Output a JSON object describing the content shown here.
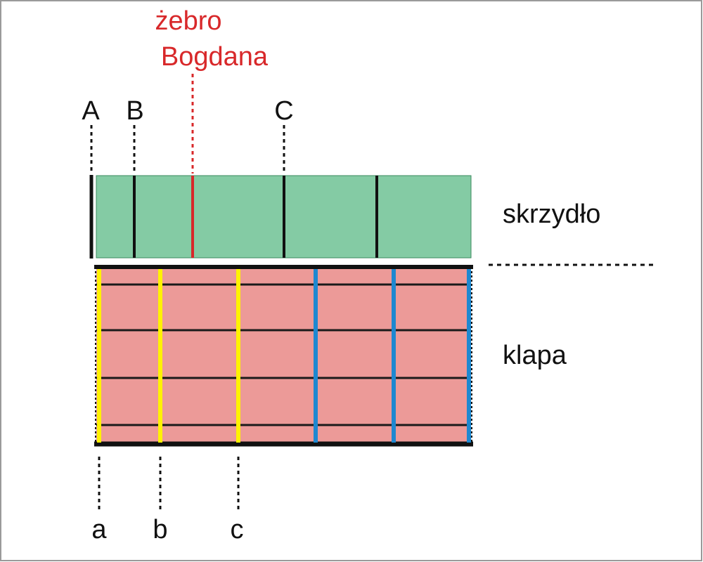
{
  "rib_labels": {
    "A": "A",
    "B": "B",
    "C": "C",
    "a": "a",
    "b": "b",
    "c": "c"
  },
  "highlight": {
    "line1": "żebro",
    "line2": "Bogdana"
  },
  "part_labels": {
    "wing": "skrzydło",
    "flap": "klapa"
  },
  "colors": {
    "wing_fill": "#84cba4",
    "flap_fill": "#ec9a98",
    "highlight": "#d8282a",
    "yellow_rib": "#fff200",
    "blue_rib": "#1e88d0",
    "rib_dark": "#1a1a1a"
  }
}
